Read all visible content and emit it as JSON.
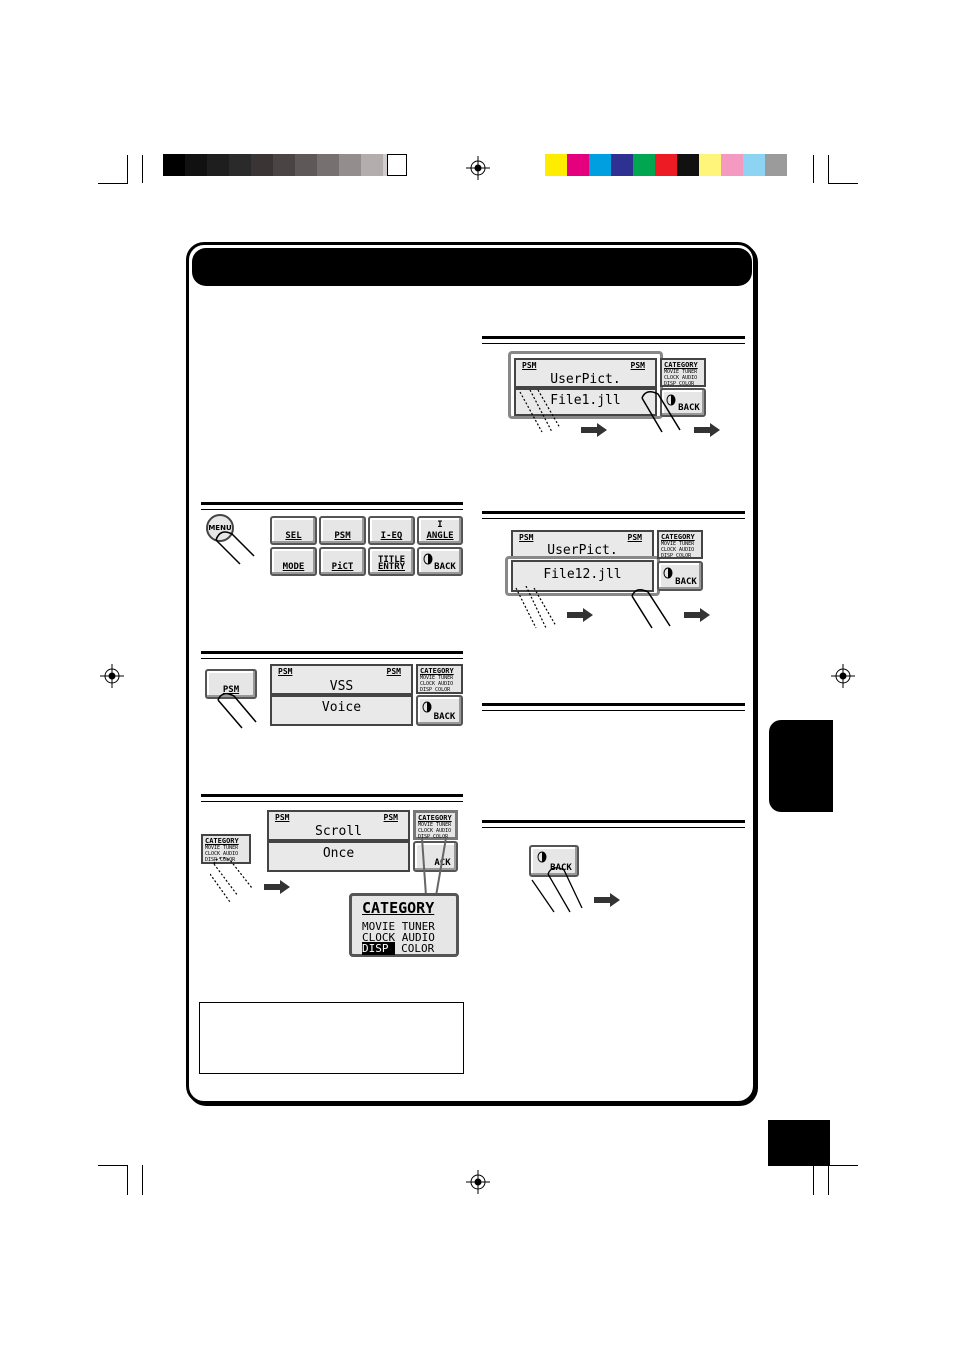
{
  "menu_screen": {
    "row1": [
      "SEL",
      "PSM",
      "I-EQ",
      "ANGLE"
    ],
    "row1_top": [
      "",
      "",
      "",
      "I"
    ],
    "row2": [
      "MODE",
      "PiCT",
      "ENTRY",
      "BACK"
    ],
    "row2_top": [
      "",
      "",
      "TITLE",
      ""
    ]
  },
  "menu_key": {
    "label": "MENU"
  },
  "psm_key": {
    "label": "PSM"
  },
  "psm_screen": {
    "tag_left": "PSM",
    "tag_right": "PSM",
    "line1": "VSS",
    "line2": "Voice",
    "back": "BACK"
  },
  "category_small": {
    "title": "CATEGORY",
    "row1": "MOVIE TUNER",
    "row2": "CLOCK AUDIO",
    "row3": "DISP COLOR"
  },
  "scroll_screen": {
    "tag_left": "PSM",
    "tag_right": "PSM",
    "line1": "Scroll",
    "line2": "Once",
    "back": "ACK"
  },
  "category_zoom": {
    "title": "CATEGORY",
    "row1": "MOVIE TUNER",
    "row2": "CLOCK AUDIO",
    "row3_a": "DISP",
    "row3_b": "COLOR"
  },
  "userpict_screen_1": {
    "tag_left": "PSM",
    "tag_right": "PSM",
    "line1": "UserPict.",
    "line2": "File1.jll",
    "back": "BACK"
  },
  "userpict_screen_2": {
    "tag_left": "PSM",
    "tag_right": "PSM",
    "line1": "UserPict.",
    "line2": "File12.jll",
    "back": "BACK"
  },
  "back_key": {
    "label": "BACK"
  }
}
